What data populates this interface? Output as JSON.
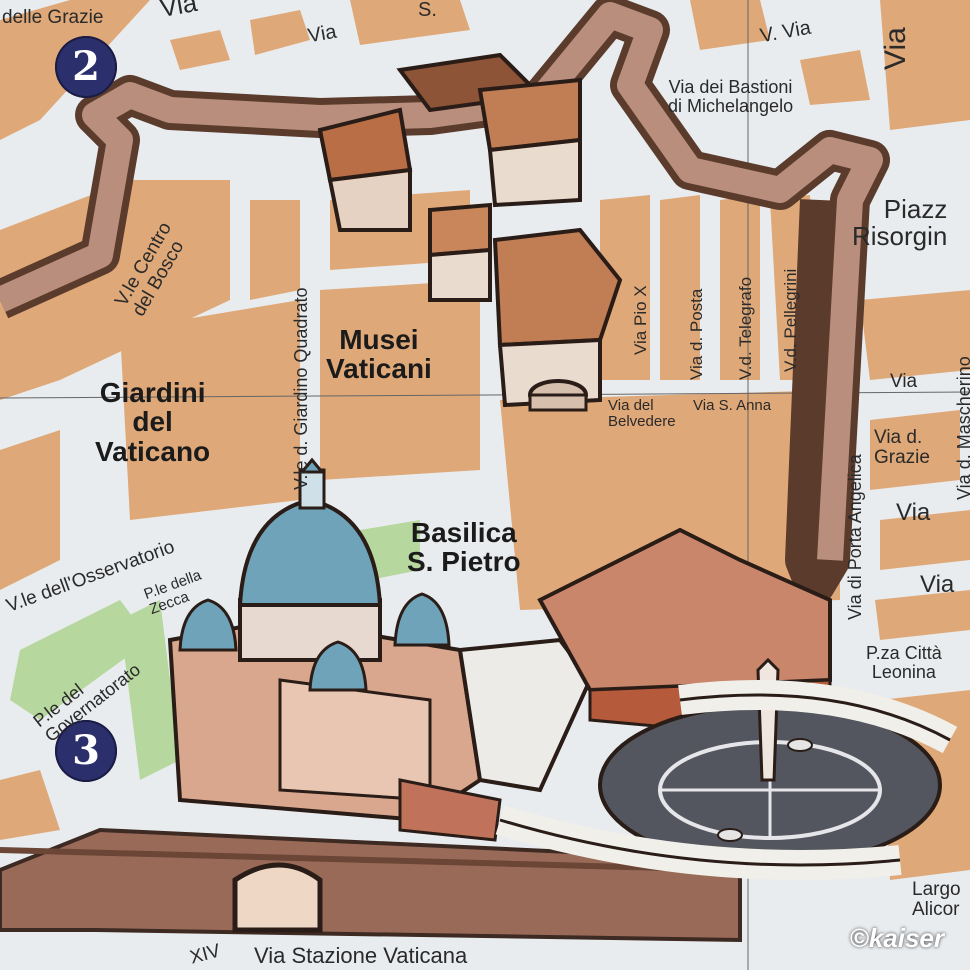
{
  "map": {
    "markers": [
      {
        "id": "m2",
        "text": "2"
      },
      {
        "id": "m3",
        "text": "3"
      }
    ],
    "areas": {
      "musei": "Musei\nVaticani",
      "giardini": "Giardini\ndel\nVaticano",
      "basilica": "Basilica\nS. Pietro"
    },
    "streets": {
      "delle_grazie_top": "delle Grazie",
      "via_top1": "Via",
      "via_top2": "Via",
      "s_top": "S.",
      "v_via": "V.  Via",
      "via_right_big": "Via",
      "bastioni": "Via dei Bastioni\ndi Michelangelo",
      "piazza": "Piazz\nRisorgin",
      "centro_bosco": "V.le Centro\ndel Bosco",
      "giardino_quadrato": "V.le d. Giardino Quadrato",
      "pio_x": "Via Pio X",
      "posta": "Via d. Posta",
      "telegrafo": "V.d. Telegrafo",
      "pellegrini": "V.d. Pellegrini",
      "porta_angelica": "Via di Porta Angelica",
      "mascherino": "Via d. Mascherino",
      "via_belvedere": "Via del\nBelvedere",
      "via_s_anna": "Via  S. Anna",
      "via_right_a": "Via",
      "via_d_grazie": "Via d.\nGrazie",
      "via_right_b": "Via",
      "via_right_c": "Via",
      "osservatorio": "V.le dell'Osservatorio",
      "zecca": "P.le della\nZecca",
      "governatorato": "P.le del\nGovernatorato",
      "citta_leonina": "P.za Città\nLeonina",
      "largo": "Largo\nAlicor",
      "xiv": "XIV",
      "stazione": "Via Stazione   Vaticana"
    },
    "credit": "©kaiser"
  }
}
